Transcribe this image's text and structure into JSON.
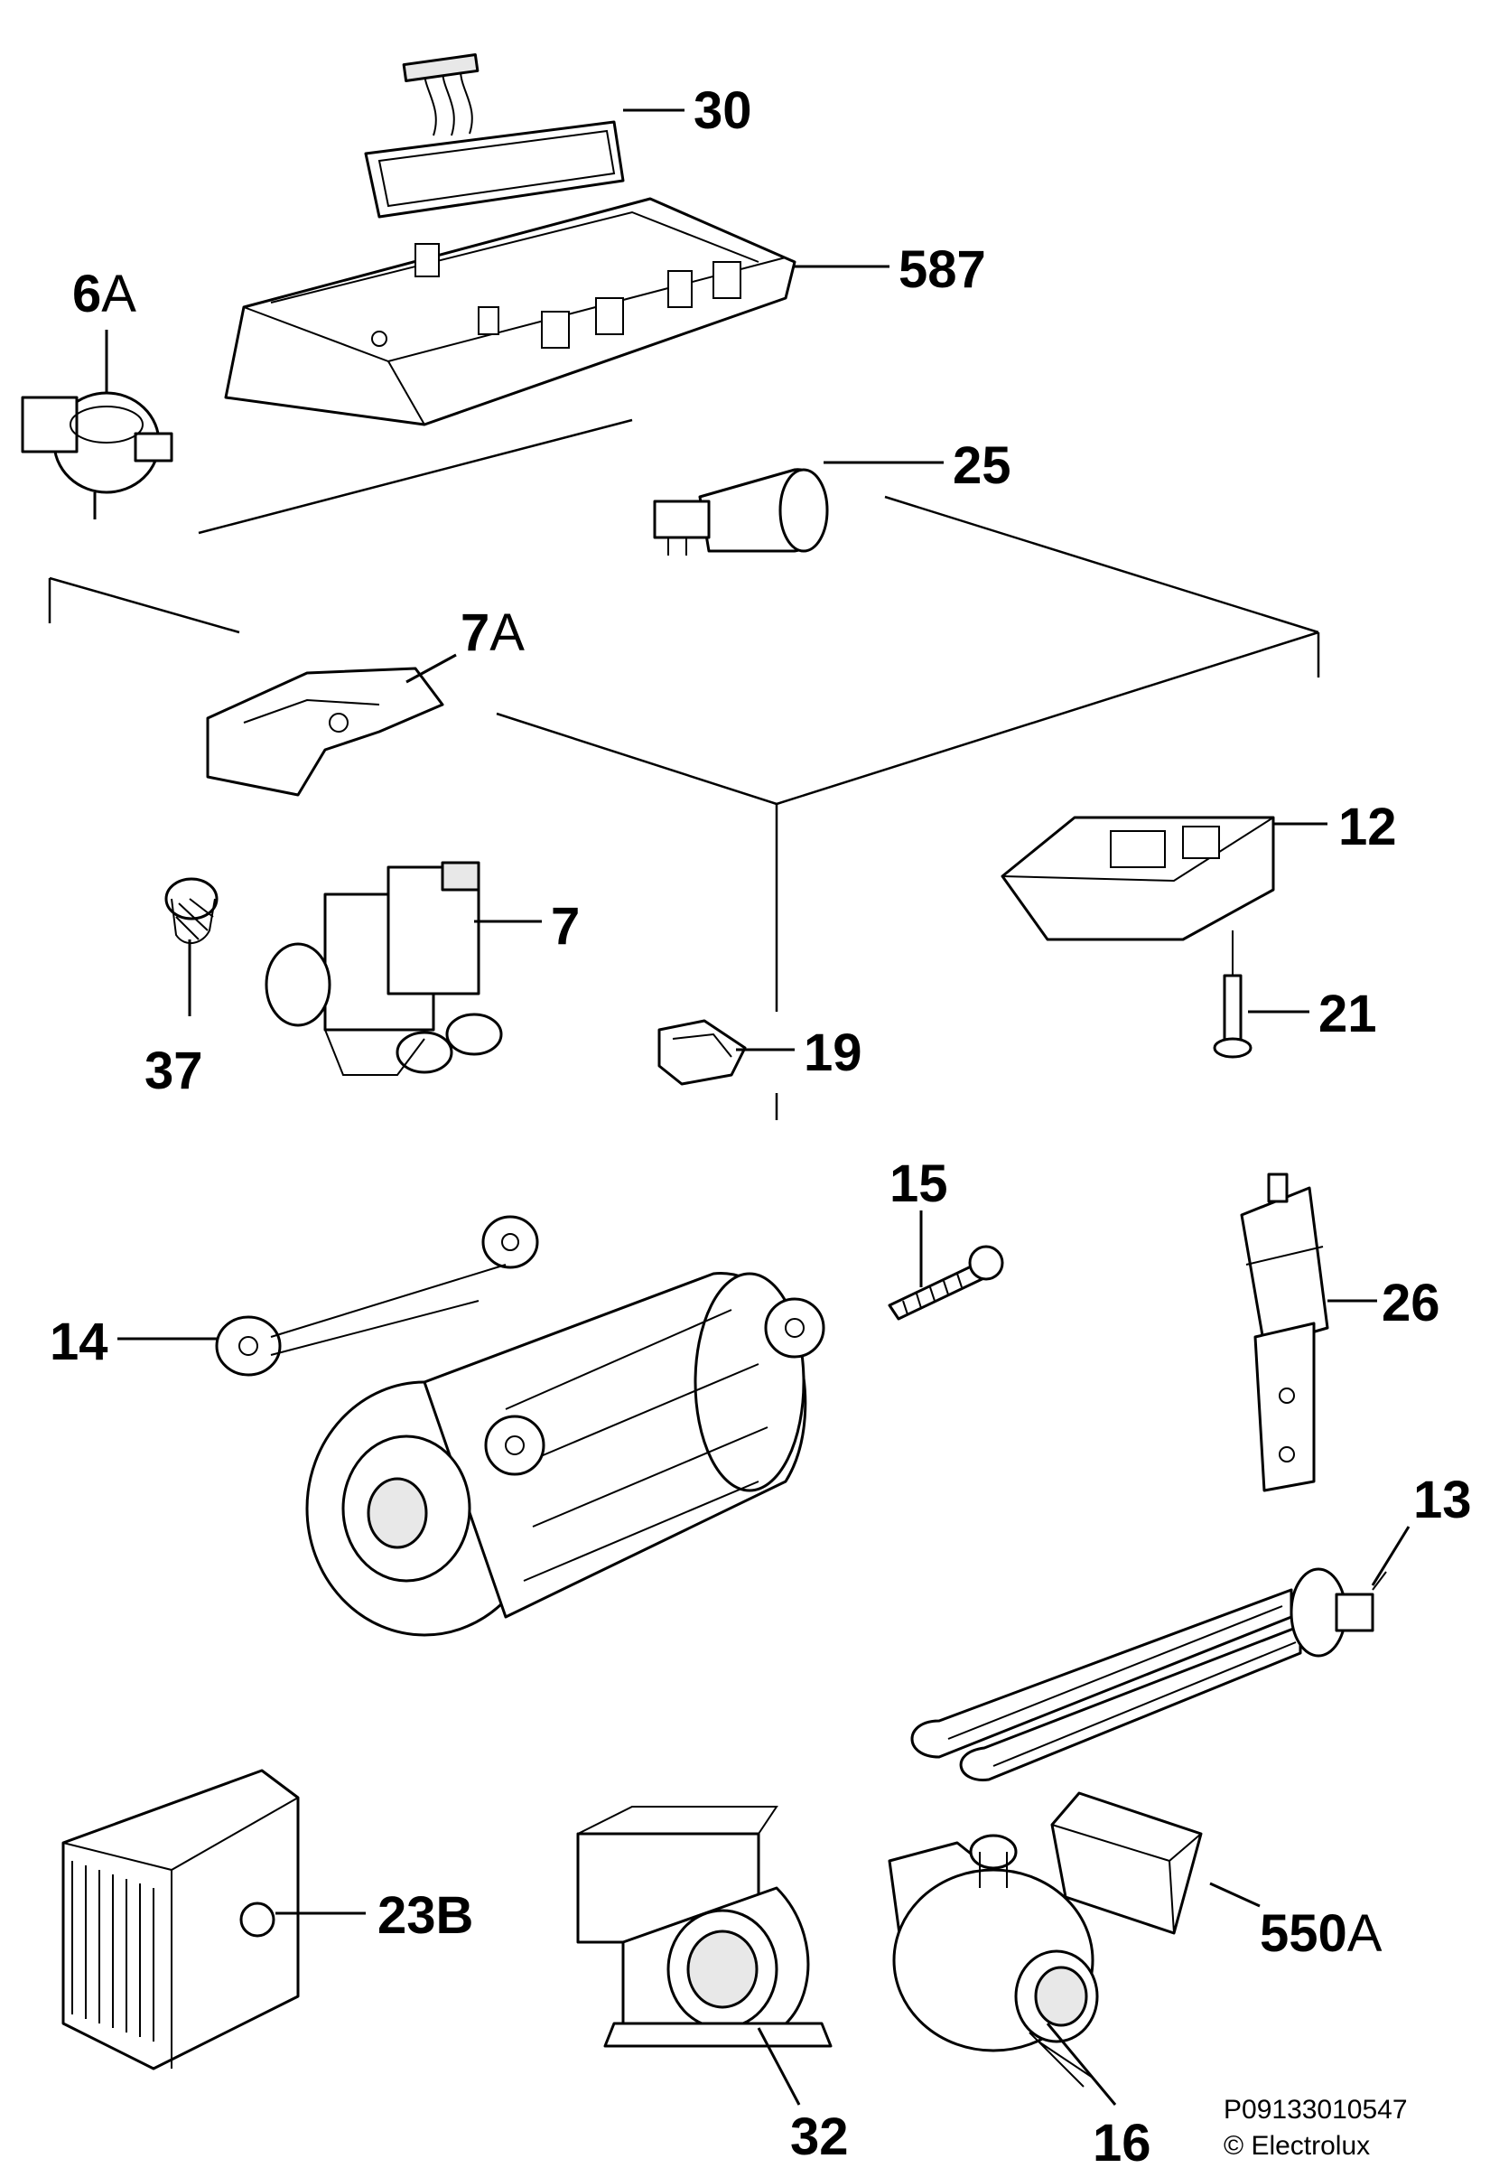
{
  "labels": {
    "l30": "30",
    "l587": "587",
    "l6a_num": "6",
    "l6a_suf": "A",
    "l25": "25",
    "l7a_num": "7",
    "l7a_suf": "A",
    "l12": "12",
    "l7": "7",
    "l37": "37",
    "l21": "21",
    "l19": "19",
    "l15": "15",
    "l14": "14",
    "l26": "26",
    "l13": "13",
    "l23b": "23B",
    "l550a_num": "550",
    "l550a_suf": "A",
    "l32": "32",
    "l16": "16"
  },
  "footer": {
    "code": "P09133010547",
    "copyright": "© Electrolux"
  }
}
